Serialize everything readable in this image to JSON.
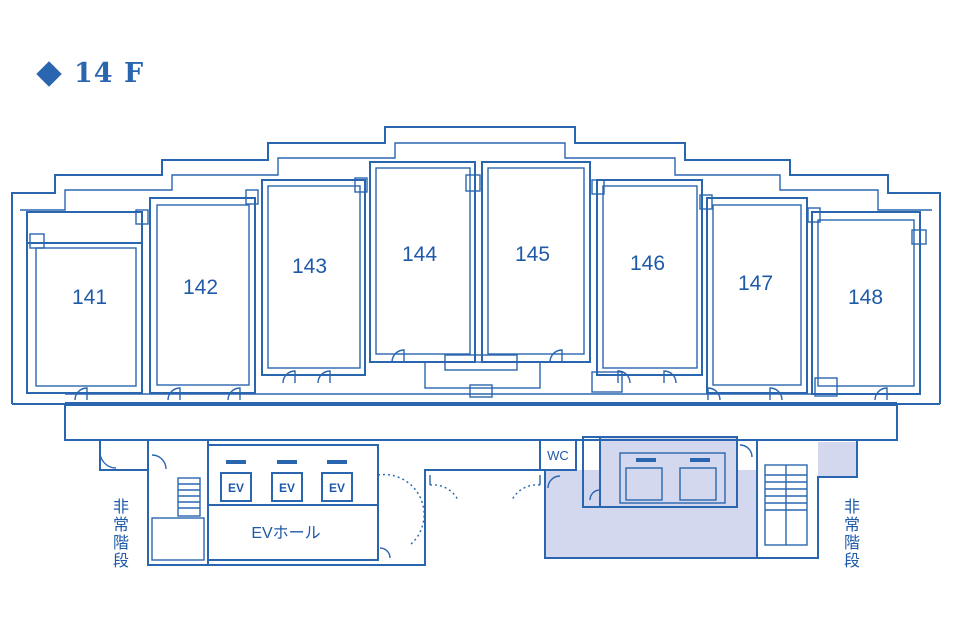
{
  "floor": {
    "label": "14 F"
  },
  "rooms": [
    {
      "number": "141"
    },
    {
      "number": "142"
    },
    {
      "number": "143"
    },
    {
      "number": "144"
    },
    {
      "number": "145"
    },
    {
      "number": "146"
    },
    {
      "number": "147"
    },
    {
      "number": "148"
    }
  ],
  "elevators": [
    "EV",
    "EV",
    "EV"
  ],
  "ev_hall": "EVホール",
  "wc": "WC",
  "stairs_left": "非常階段",
  "stairs_right": "非常階段",
  "colors": {
    "line": "#2a66b0",
    "shade": "#d3d8ef"
  }
}
